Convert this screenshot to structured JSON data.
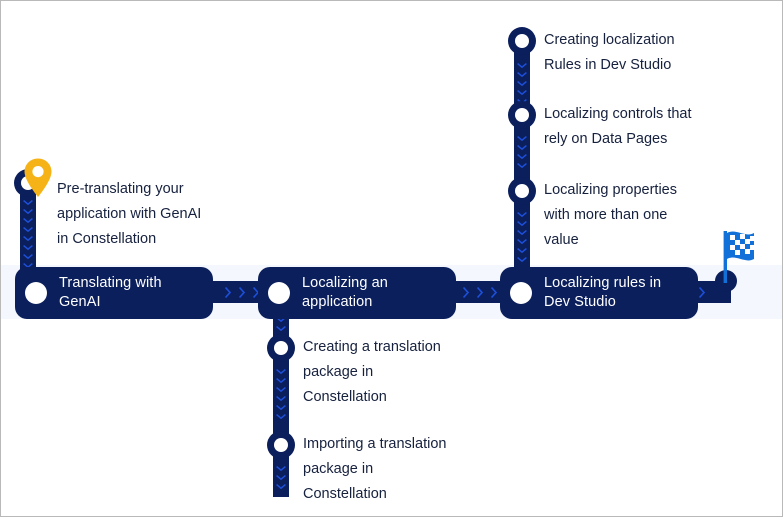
{
  "diagram": {
    "title": "Localization learning path roadmap",
    "colors": {
      "rail": "#0b1f5c",
      "band": "#f4f7fd",
      "chevron": "#1d4fd8",
      "start_pin": "#f5b318",
      "finish_flag": "#1271d8",
      "label_text": "#16213e",
      "station_text": "#ffffff",
      "border": "#b9b9b9"
    },
    "start_marker": {
      "icon": "map-pin-icon",
      "name": "start"
    },
    "finish_marker": {
      "icon": "checkered-flag-icon",
      "name": "finish"
    },
    "stations": [
      {
        "id": "translating-with-genai",
        "label": "Translating with\nGenAI"
      },
      {
        "id": "localizing-an-application",
        "label": "Localizing an\napplication"
      },
      {
        "id": "localizing-rules-in-dev-studio",
        "label": "Localizing rules in\nDev Studio"
      }
    ],
    "branches": [
      {
        "id": "branch-translating-with-genai",
        "direction": "up",
        "parent": "translating-with-genai",
        "items": [
          {
            "id": "pre-translating-genai",
            "label": "Pre-translating your\napplication with GenAI\nin Constellation"
          }
        ]
      },
      {
        "id": "branch-localizing-an-application",
        "direction": "down",
        "parent": "localizing-an-application",
        "items": [
          {
            "id": "creating-translation-package",
            "label": "Creating a translation\npackage in\nConstellation"
          },
          {
            "id": "importing-translation-package",
            "label": "Importing a translation\npackage in\nConstellation"
          }
        ]
      },
      {
        "id": "branch-localizing-rules-dev-studio",
        "direction": "up",
        "parent": "localizing-rules-in-dev-studio",
        "items": [
          {
            "id": "creating-localization-rules",
            "label": "Creating localization\nRules in Dev Studio"
          },
          {
            "id": "localizing-controls-data-pages",
            "label": "Localizing controls that\nrely on Data Pages"
          },
          {
            "id": "localizing-properties-multi-value",
            "label": "Localizing properties\nwith more than one\nvalue"
          }
        ]
      }
    ]
  }
}
